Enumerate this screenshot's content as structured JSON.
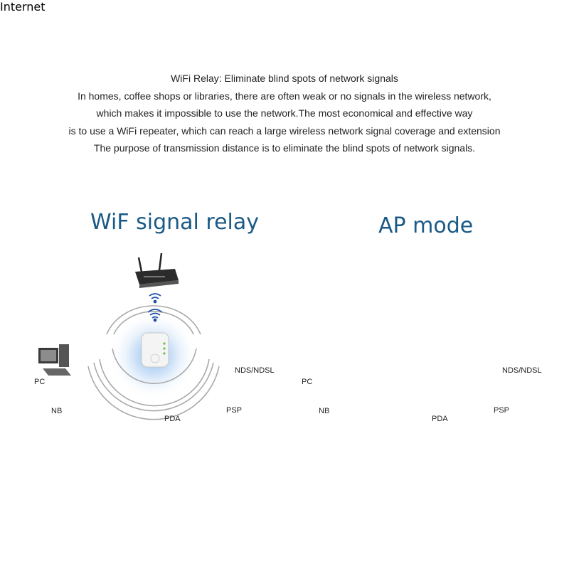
{
  "intro": {
    "lines": [
      "WiFi Relay: Eliminate blind spots of network signals",
      "In homes, coffee shops or libraries, there are often weak or no signals in the wireless network,",
      "which makes it impossible to use the network.The most economical and effective way",
      "is to use a WiFi repeater, which can reach a large wireless network signal coverage and extension",
      "The purpose of transmission distance is to eliminate the blind spots of network signals."
    ]
  },
  "left_panel": {
    "title": "WiF signal relay",
    "labels": {
      "pc": "PC",
      "nb": "NB",
      "pda": "PDA",
      "psp": "PSP",
      "nds": "NDS/NDSL"
    }
  },
  "right_panel": {
    "title": "AP mode",
    "labels": {
      "pc": "PC",
      "nb": "NB",
      "pda": "PDA",
      "psp": "PSP",
      "nds": "NDS/NDSL"
    }
  },
  "cloud": {
    "label": "Internet"
  },
  "colors": {
    "title": "#1a5a86",
    "glow": "#9cc4ef",
    "ring": "#a9a9a9",
    "cloud": "#2a6fc4"
  }
}
